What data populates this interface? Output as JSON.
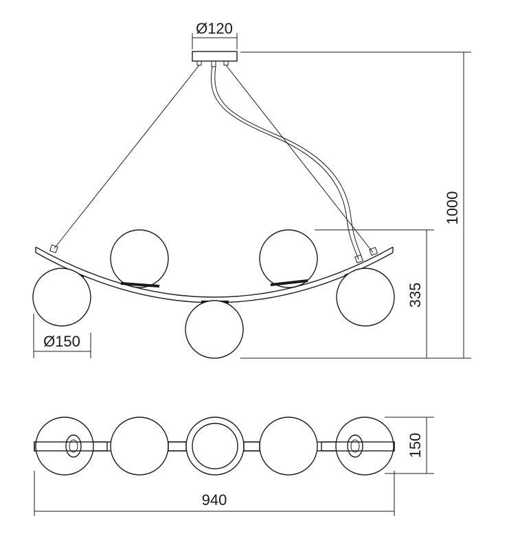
{
  "dimensions": {
    "canopy_diameter": "Ø120",
    "total_height": "1000",
    "globe_drop": "335",
    "globe_diameter": "Ø150",
    "width": "940",
    "depth": "150"
  }
}
